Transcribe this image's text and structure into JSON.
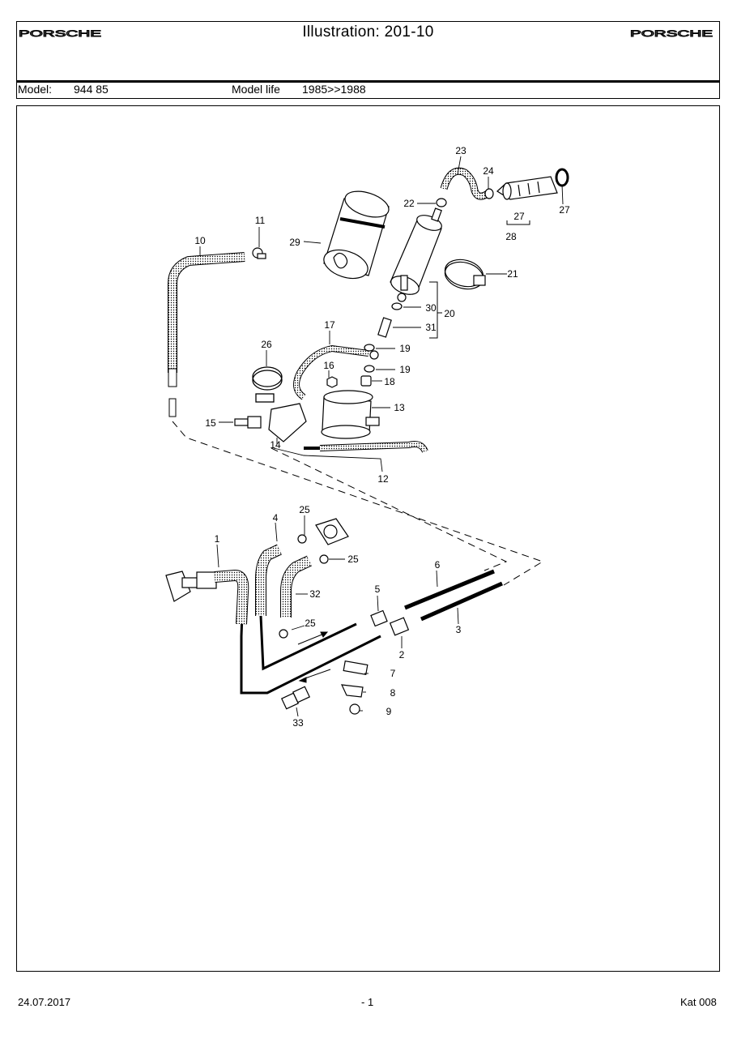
{
  "header": {
    "title": "Illustration: 201-10",
    "brand_left": "PORSCHE",
    "brand_right": "PORSCHE"
  },
  "model_bar": {
    "model_label": "Model:",
    "model_value": "944 85",
    "life_label": "Model life",
    "life_value": "1985>>1988"
  },
  "diagram": {
    "labels": {
      "p1": "1",
      "p2": "2",
      "p3": "3",
      "p4": "4",
      "p5": "5",
      "p6": "6",
      "p7": "7",
      "p8": "8",
      "p9": "9",
      "p10": "10",
      "p11": "11",
      "p12": "12",
      "p13": "13",
      "p14": "14",
      "p15": "15",
      "p16": "16",
      "p17": "17",
      "p18": "18",
      "p19a": "19",
      "p19b": "19",
      "p20": "20",
      "p21": "21",
      "p22": "22",
      "p23": "23",
      "p24": "24",
      "p25a": "25",
      "p25b": "25",
      "p25c": "25",
      "p26": "26",
      "p27a": "27",
      "p27b": "27",
      "p28": "28",
      "p29": "29",
      "p30": "30",
      "p31": "31",
      "p32": "32",
      "p33": "33"
    }
  },
  "footer": {
    "date": "24.07.2017",
    "page": "- 1",
    "catalog": "Kat 008"
  },
  "colors": {
    "ink": "#000000",
    "paper": "#ffffff"
  }
}
